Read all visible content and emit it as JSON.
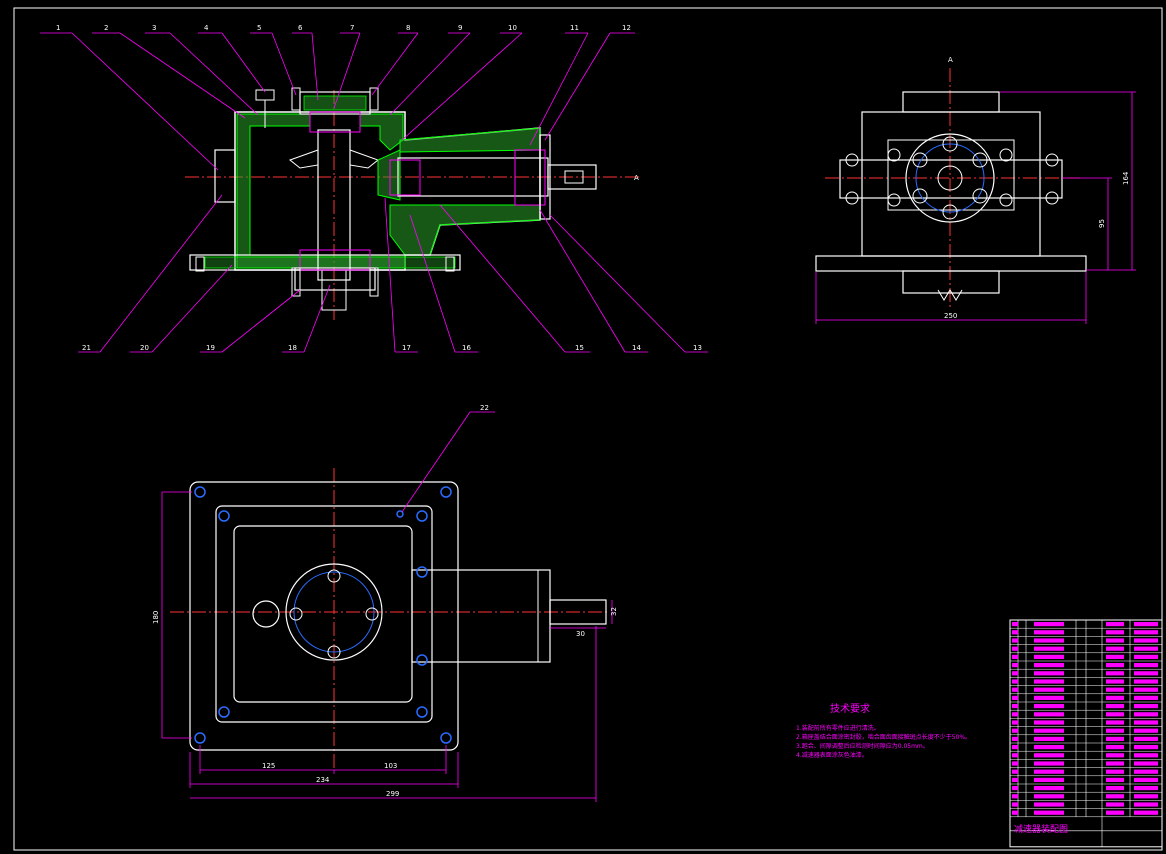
{
  "drawing": {
    "balloons_top": [
      "1",
      "2",
      "3",
      "4",
      "5",
      "6",
      "7",
      "8",
      "9",
      "10",
      "11",
      "12"
    ],
    "balloons_bottom": [
      "21",
      "20",
      "19",
      "18",
      "17",
      "16",
      "15",
      "14",
      "13"
    ],
    "balloon_plan": "22",
    "side_view_label": "A",
    "arrow_label": "A"
  },
  "dimensions": {
    "side_width": "250",
    "side_height": "164",
    "side_center": "95",
    "plan_left": "125",
    "plan_right": "103",
    "plan_total_inner": "234",
    "plan_total": "299",
    "plan_height": "180",
    "shaft_width": "30",
    "shaft_dia": "32"
  },
  "notes": {
    "title": "技术要求",
    "lines": [
      "1.装配前所有零件应进行清洗。",
      "2.箱座盖结合面涂密封胶，啮合面齿面接触斑点长度不少于50%。",
      "3.跑合、间隙调整后应检测时间隙应为0.05mm。",
      "4.减速器表面涂灰色油漆。"
    ]
  },
  "title_block": {
    "title": "减速器装配图"
  }
}
